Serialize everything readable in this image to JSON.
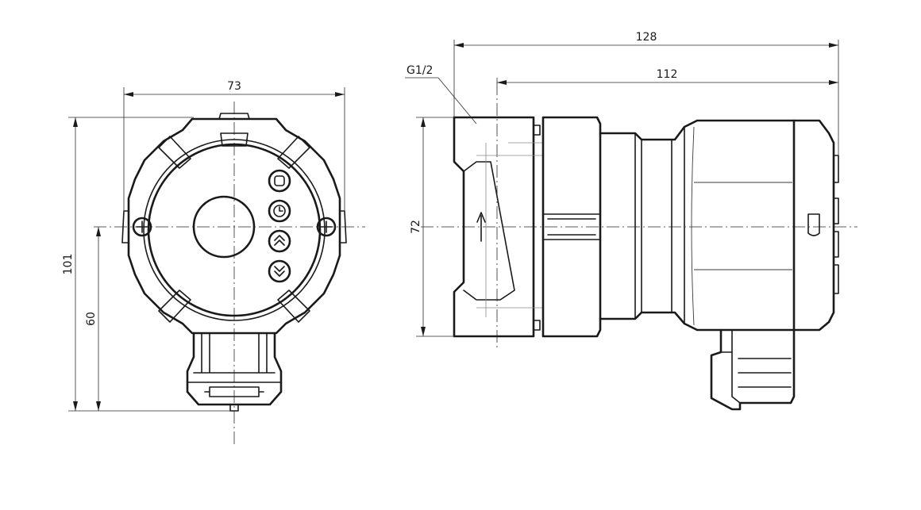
{
  "dimensions": {
    "front_width": "73",
    "front_height_total": "101",
    "front_height_axis": "60",
    "side_length_total": "128",
    "side_length_body": "112",
    "side_height": "72",
    "thread": "G1/2"
  },
  "colors": {
    "line": "#1a1a1a",
    "hidden": "#8a8a8a",
    "background": "#ffffff"
  },
  "icons": {
    "front_buttons": [
      "power-button-icon",
      "clock-icon",
      "chevron-up-icon",
      "chevron-down-icon"
    ],
    "flow_arrow": "flow-arrow-icon",
    "screws": "phillips-screw-icon"
  }
}
